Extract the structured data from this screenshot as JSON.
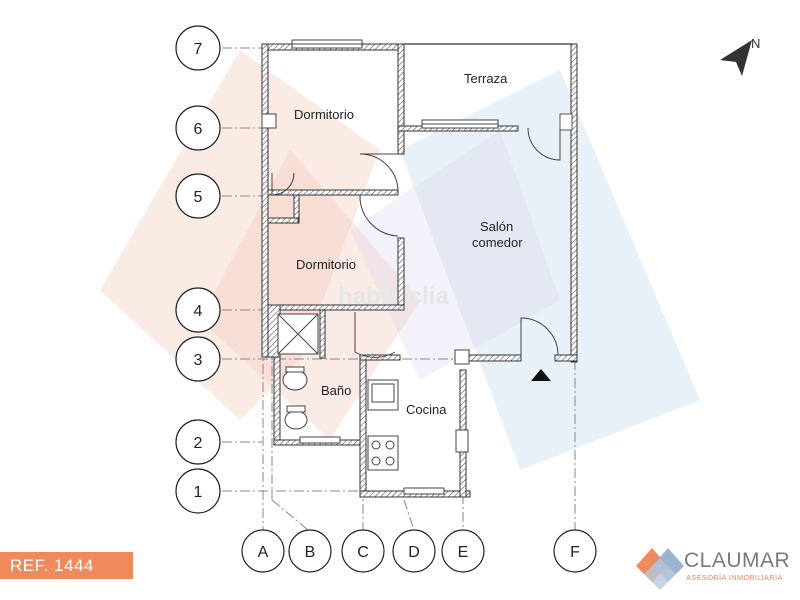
{
  "rooms": {
    "terrace": "Terraza",
    "bedroom_1": "Dormitorio",
    "bedroom_2": "Dormitorio",
    "living_line1": "Salón",
    "living_line2": "comedor",
    "bathroom": "Baño",
    "kitchen": "Cocina"
  },
  "grid_rows": [
    "7",
    "6",
    "5",
    "4",
    "3",
    "2",
    "1"
  ],
  "grid_cols": [
    "A",
    "B",
    "C",
    "D",
    "E",
    "F"
  ],
  "watermark": "habitaclia",
  "north": "N",
  "reference": "REF. 1444",
  "brand": {
    "name": "CLAUMAR",
    "tagline": "ASESORÍA INMOBILIARIA"
  },
  "colors": {
    "accent": "#ee8a5c",
    "wall_hatch": "#555555",
    "blue_tint": "#cfe0ef",
    "pink_tint": "#f6d3c6"
  }
}
